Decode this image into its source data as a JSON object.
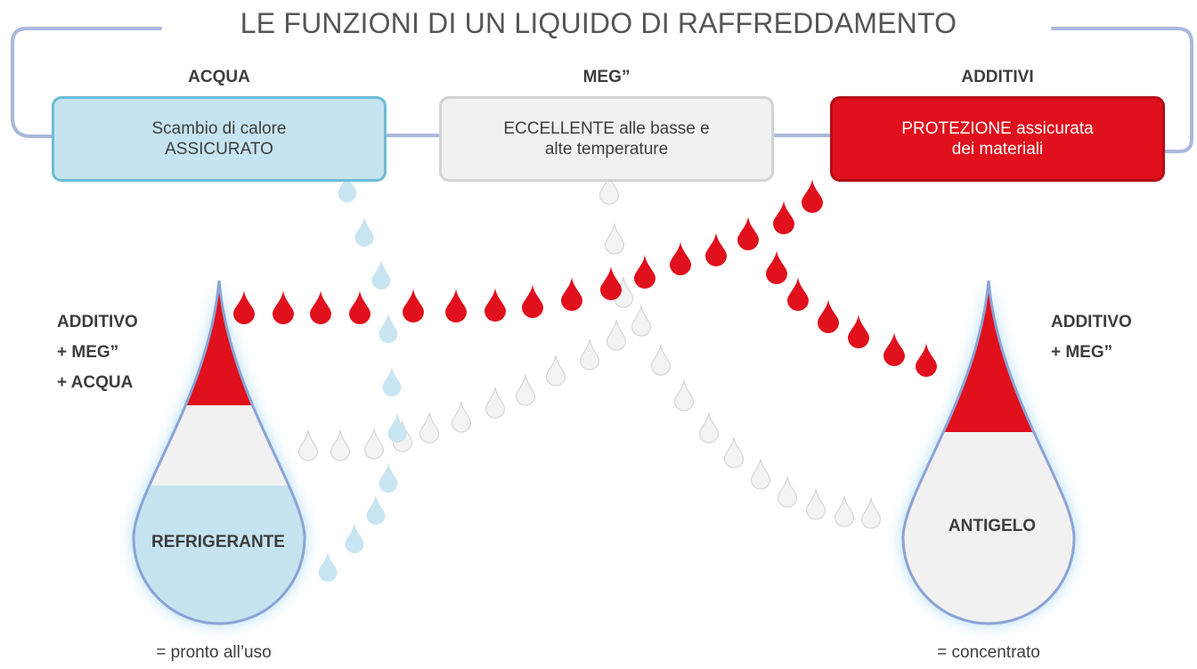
{
  "title": "LE FUNZIONI DI UN LIQUIDO DI RAFFREDDAMENTO",
  "columns": [
    {
      "label": "ACQUA",
      "description": "Scambio di calore ASSICURATO"
    },
    {
      "label": "MEG”",
      "description": "ECCELLENTE alle basse e alte temperature"
    },
    {
      "label": "ADDITIVI",
      "description": "PROTEZIONE assicurata dei materiali"
    }
  ],
  "left_drop": {
    "composition": [
      "ADDITIVO",
      "+ MEG”",
      "+ ACQUA"
    ],
    "name": "REFRIGERANTE",
    "note": "= pronto all’uso"
  },
  "right_drop": {
    "composition": [
      "ADDITIVO",
      "+ MEG”"
    ],
    "name": "ANTIGELO",
    "note": "= concentrato"
  },
  "colors": {
    "water": "#c5e4f0",
    "water_border": "#6cbbd6",
    "meg": "#f1f1f1",
    "meg_border": "#d3d3d3",
    "additive": "#e0101c",
    "frame_line": "#a9b8dd",
    "text": "#3d3d3d"
  }
}
